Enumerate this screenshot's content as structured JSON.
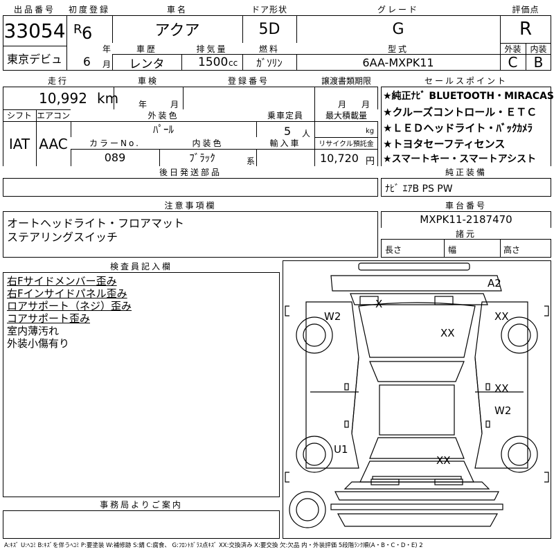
{
  "header": {
    "lot_label": "出品番号",
    "lot_number": "33054",
    "debut": "東京デビュ",
    "first_reg_label": "初度登録",
    "era": "R",
    "year_num": "6",
    "year_unit": "年",
    "month_num": "6",
    "month_unit": "月",
    "car_name_label": "車名",
    "car_name": "アクア",
    "door_label": "ドア形状",
    "door": "5D",
    "grade_label": "グレード",
    "grade": "G",
    "score_label": "評価点",
    "score": "R",
    "history_label": "車歴",
    "history": "レンタ",
    "displacement_label": "排気量",
    "displacement": "1500",
    "cc": "cc",
    "fuel_label": "燃料",
    "fuel": "ｶﾞｿﾘﾝ",
    "model_label": "型式",
    "model": "6AA-MXPK11",
    "ext_label": "外装",
    "int_label": "内装",
    "ext": "C",
    "int": "B"
  },
  "specs": {
    "mileage_label": "走行",
    "mileage": "10,992",
    "km": "km",
    "inspection_label": "車検",
    "year_unit": "年",
    "month_unit": "月",
    "reg_label": "登録番号",
    "transfer_label": "譲渡書類期限",
    "shift_label": "シフト",
    "ac_label": "エアコン",
    "exterior_color_label": "外装色",
    "exterior_color": "ﾊﾟｰﾙ",
    "capacity_label": "乗車定員",
    "capacity": "5",
    "capacity_unit": "人",
    "max_load_label": "最大積載量",
    "kg": "kg",
    "shift": "IAT",
    "ac": "AAC",
    "color_no_label": "カラーNo.",
    "color_no": "089",
    "interior_color_label": "内装色",
    "interior_color": "ﾌﾞﾗｯｸ",
    "interior_suffix": "系",
    "import_label": "輸入車",
    "recycle_label": "リサイクル預託金",
    "recycle": "10,720",
    "yen": "円",
    "later_parts_label": "後日発送部品"
  },
  "sales_points": {
    "label": "セールスポイント",
    "items": [
      "★純正ﾅﾋﾞ BLUETOOTH・MIRACAST",
      "★クルーズコントロール・ＥＴＣ",
      "★ＬＥＤヘッドライト・ﾊﾞｯｸｶﾒﾗ",
      "★トヨタセーフティセンス",
      "★スマートキー・スマートアシスト"
    ],
    "equipment_label": "純正装備",
    "equipment": "ﾅﾋﾞ ｴｱB PS PW"
  },
  "notes": {
    "label": "注意事項欄",
    "lines": [
      "オートヘッドライト・フロアマット",
      "ステアリングスイッチ"
    ]
  },
  "chassis": {
    "label": "車台番号",
    "number": "MXPK11-2187470",
    "dims_label": "諸元",
    "length_label": "長さ",
    "width_label": "幅",
    "height_label": "高さ"
  },
  "inspector": {
    "label": "検査員記入欄",
    "underlined": [
      "右Fサイドメンバー歪み",
      "右Fインサイドパネル歪み",
      "ロアサポート（ネジ）歪み",
      "コアサポート歪み"
    ],
    "plain": [
      "室内薄汚れ",
      "外装小傷有り"
    ]
  },
  "office": {
    "label": "事務局よりご案内"
  },
  "diagram": {
    "marks": [
      "A2",
      "X",
      "W2",
      "XX",
      "XX",
      "XX",
      "W2",
      "U1",
      "XX"
    ]
  },
  "legend": "A:ｷｽﾞ U:ﾍｺﾐ B:ｷｽﾞを伴うﾍｺﾐ P:要塗装 W:補修跡 S:錆 C:腐食、 G:ﾌﾛﾝﾄｶﾞﾗｽ点ｷｽﾞ XX:交換済み X:要交換 欠:欠品 内・外装評価 5段階ﾗﾝｸ順(A・B・C・D・E) 2"
}
